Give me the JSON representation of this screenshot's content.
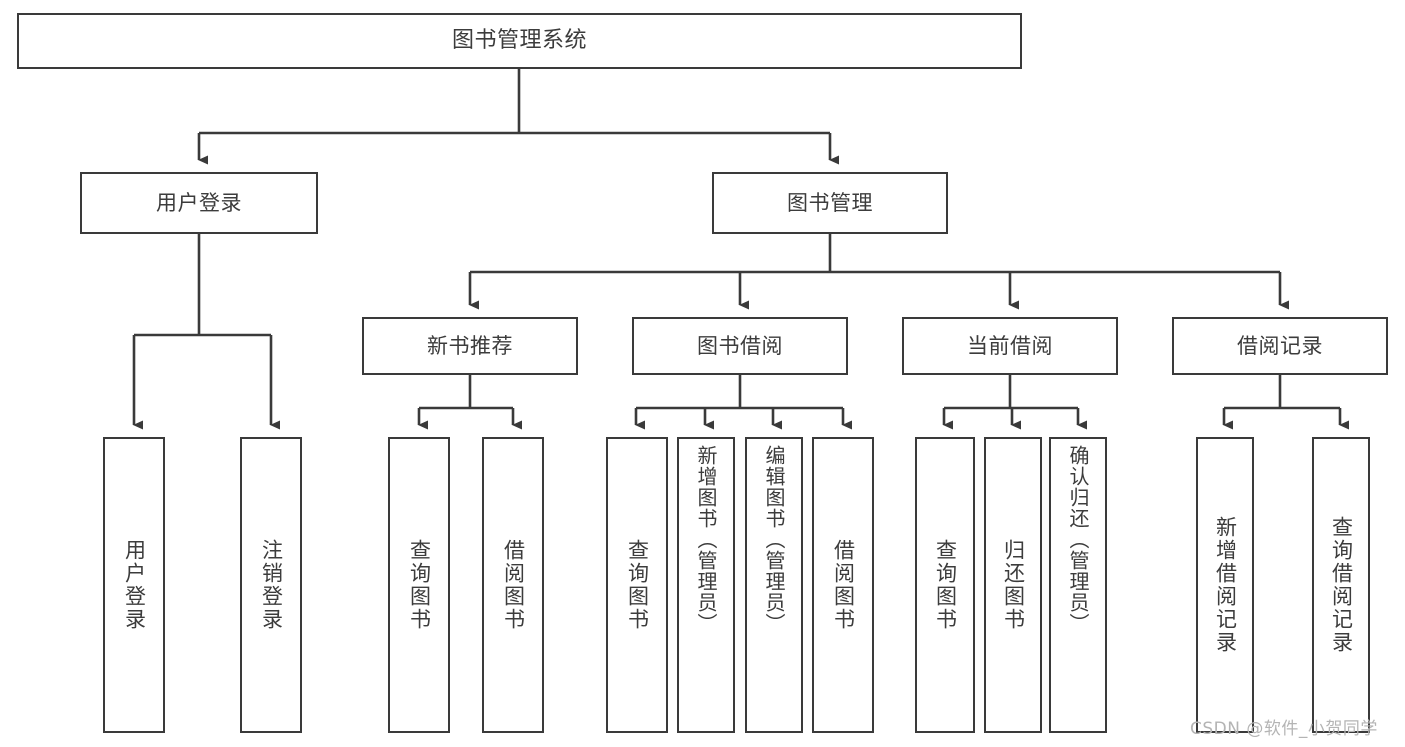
{
  "diagram": {
    "title": "图书管理系统",
    "type": "功能结构图",
    "watermark": "CSDN @软件_小贺同学",
    "line_color": "#3a3a3a",
    "text_color": "#3c3c3c",
    "background": "#ffffff"
  },
  "nodes": {
    "root": "图书管理系统",
    "level2": [
      {
        "label": "用户登录"
      },
      {
        "label": "图书管理"
      }
    ],
    "level3": [
      {
        "label": "新书推荐"
      },
      {
        "label": "图书借阅"
      },
      {
        "label": "当前借阅"
      },
      {
        "label": "借阅记录"
      }
    ],
    "leaves": {
      "user_login": [
        {
          "label": "用户登录"
        },
        {
          "label": "注销登录"
        }
      ],
      "new_book_recommend": [
        {
          "label": "查询图书"
        },
        {
          "label": "借阅图书"
        }
      ],
      "book_borrow": [
        {
          "label": "查询图书"
        },
        {
          "label": "新增图书（管理员）"
        },
        {
          "label": "编辑图书（管理员）"
        },
        {
          "label": "借阅图书"
        }
      ],
      "current_borrow": [
        {
          "label": "查询图书"
        },
        {
          "label": "归还图书"
        },
        {
          "label": "确认归还（管理员）"
        }
      ],
      "borrow_record": [
        {
          "label": "新增借阅记录"
        },
        {
          "label": "查询借阅记录"
        }
      ]
    }
  },
  "chart_data": {
    "type": "diagram",
    "title": "图书管理系统",
    "hierarchy": {
      "name": "图书管理系统",
      "children": [
        {
          "name": "用户登录",
          "children": [
            {
              "name": "用户登录"
            },
            {
              "name": "注销登录"
            }
          ]
        },
        {
          "name": "图书管理",
          "children": [
            {
              "name": "新书推荐",
              "children": [
                {
                  "name": "查询图书"
                },
                {
                  "name": "借阅图书"
                }
              ]
            },
            {
              "name": "图书借阅",
              "children": [
                {
                  "name": "查询图书"
                },
                {
                  "name": "新增图书（管理员）"
                },
                {
                  "name": "编辑图书（管理员）"
                },
                {
                  "name": "借阅图书"
                }
              ]
            },
            {
              "name": "当前借阅",
              "children": [
                {
                  "name": "查询图书"
                },
                {
                  "name": "归还图书"
                },
                {
                  "name": "确认归还（管理员）"
                }
              ]
            },
            {
              "name": "借阅记录",
              "children": [
                {
                  "name": "新增借阅记录"
                },
                {
                  "name": "查询借阅记录"
                }
              ]
            }
          ]
        }
      ]
    }
  }
}
